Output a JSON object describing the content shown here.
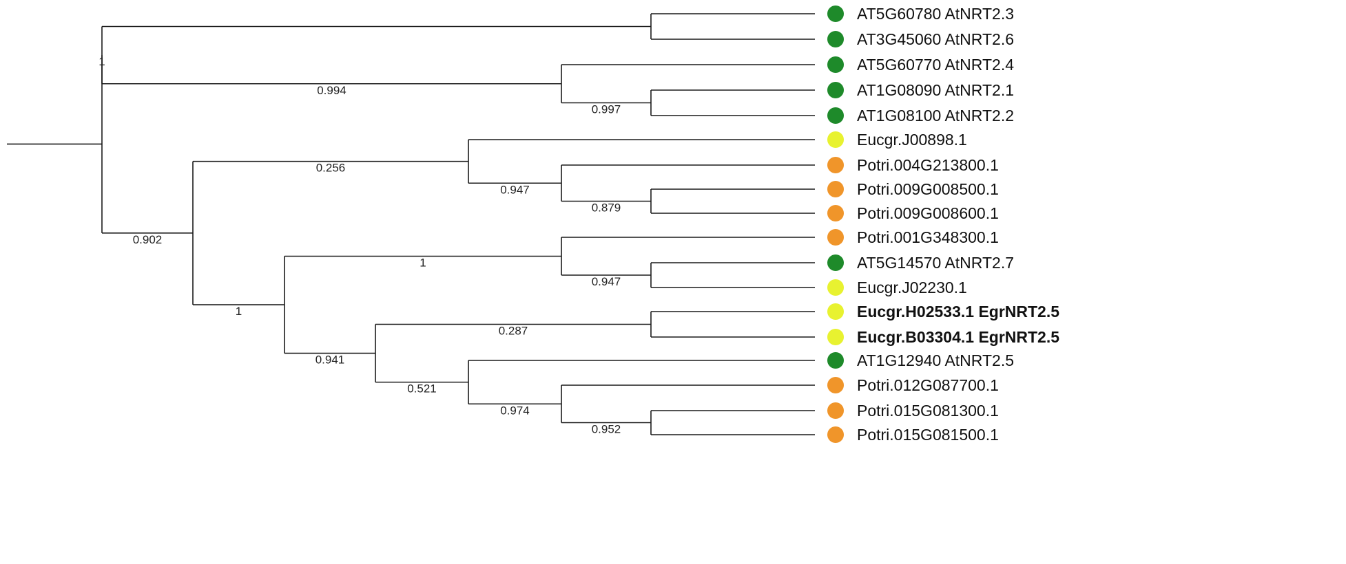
{
  "colors": {
    "arabidopsis": "#1e8a2a",
    "eucalyptus": "#e8f230",
    "populus": "#f0952a",
    "branch": "#1a1a1a"
  },
  "leaves": [
    {
      "label": "AT5G60780 AtNRT2.3",
      "group": "arabidopsis",
      "bold": false
    },
    {
      "label": "AT3G45060 AtNRT2.6",
      "group": "arabidopsis",
      "bold": false
    },
    {
      "label": "AT5G60770 AtNRT2.4",
      "group": "arabidopsis",
      "bold": false
    },
    {
      "label": "AT1G08090 AtNRT2.1",
      "group": "arabidopsis",
      "bold": false
    },
    {
      "label": "AT1G08100 AtNRT2.2",
      "group": "arabidopsis",
      "bold": false
    },
    {
      "label": "Eucgr.J00898.1",
      "group": "eucalyptus",
      "bold": false
    },
    {
      "label": "Potri.004G213800.1",
      "group": "populus",
      "bold": false
    },
    {
      "label": "Potri.009G008500.1",
      "group": "populus",
      "bold": false
    },
    {
      "label": "Potri.009G008600.1",
      "group": "populus",
      "bold": false
    },
    {
      "label": "Potri.001G348300.1",
      "group": "populus",
      "bold": false
    },
    {
      "label": "AT5G14570 AtNRT2.7",
      "group": "arabidopsis",
      "bold": false
    },
    {
      "label": "Eucgr.J02230.1",
      "group": "eucalyptus",
      "bold": false
    },
    {
      "label": "Eucgr.H02533.1 EgrNRT2.5",
      "group": "eucalyptus",
      "bold": true
    },
    {
      "label": "Eucgr.B03304.1 EgrNRT2.5",
      "group": "eucalyptus",
      "bold": true
    },
    {
      "label": "AT1G12940 AtNRT2.5",
      "group": "arabidopsis",
      "bold": false
    },
    {
      "label": "Potri.012G087700.1",
      "group": "populus",
      "bold": false
    },
    {
      "label": "Potri.015G081300.1",
      "group": "populus",
      "bold": false
    },
    {
      "label": "Potri.015G081500.1",
      "group": "populus",
      "bold": false
    }
  ],
  "support_values": [
    "1",
    "0.994",
    "0.997",
    "0.256",
    "0.947",
    "0.879",
    "0.902",
    "1",
    "0.947",
    "1",
    "0.287",
    "0.941",
    "0.521",
    "0.974",
    "0.952"
  ]
}
